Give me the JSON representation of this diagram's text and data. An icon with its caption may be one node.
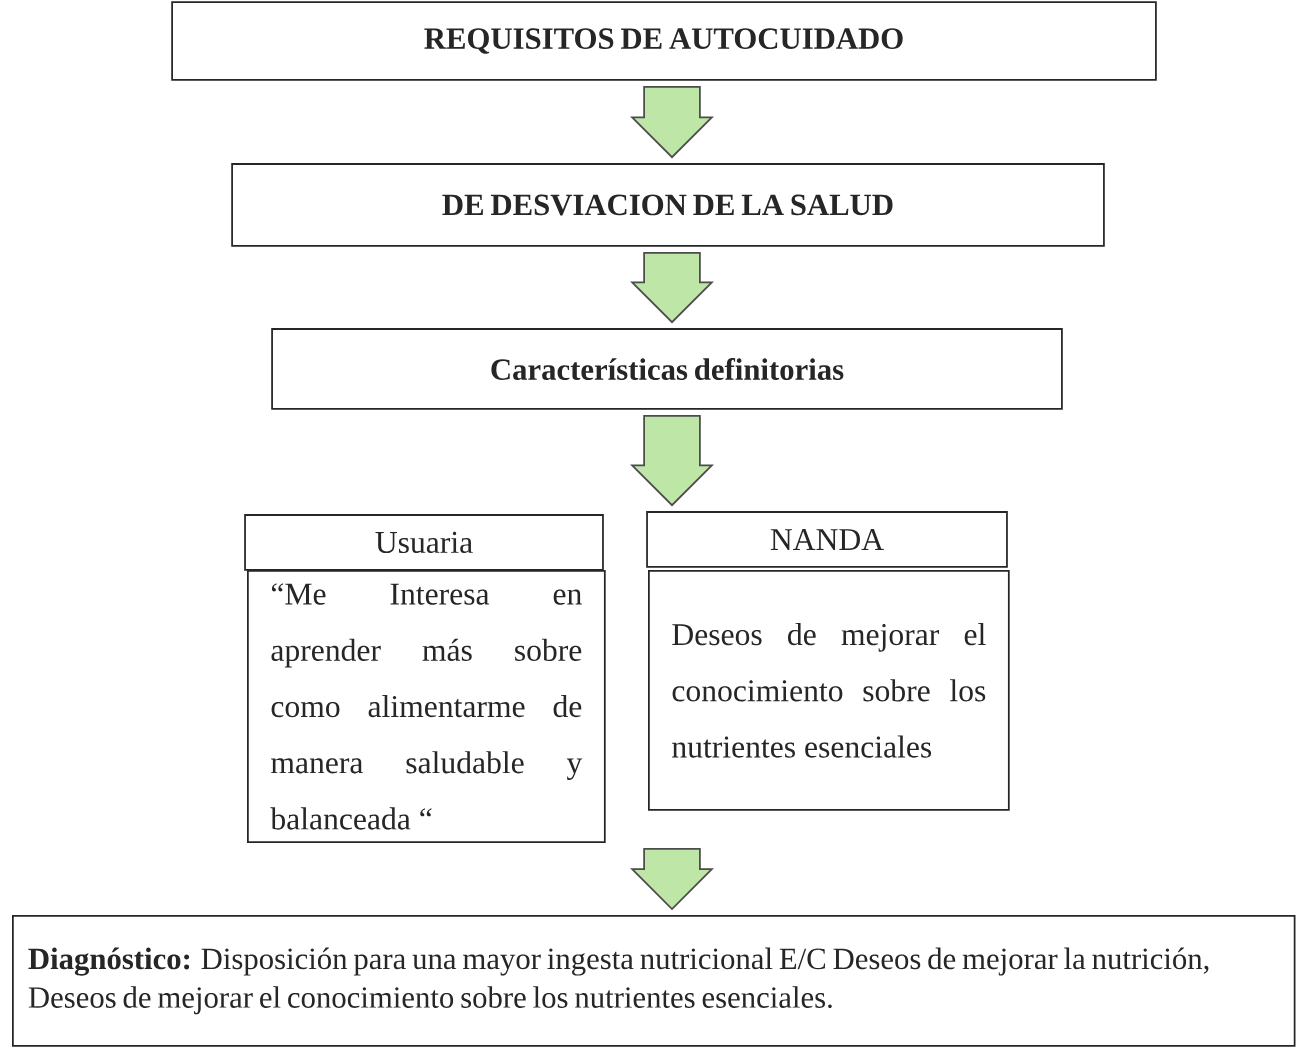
{
  "diagram": {
    "nodes": [
      {
        "text": [
          "REQUISITOS DE AUTOCUIDADO"
        ]
      },
      {
        "text": [
          "DE DESVIACION DE LA SALUD"
        ]
      },
      {
        "text": [
          "Características definitorias"
        ]
      },
      {
        "text": [
          "Usuaria"
        ]
      },
      {
        "text": [
          "“Me Interesa en aprender más sobre como alimentarme de manera saludable y balanceada “"
        ]
      },
      {
        "text": [
          "NANDA"
        ]
      },
      {
        "text": [
          "Deseos de mejorar el conocimiento sobre los nutrientes esenciales"
        ]
      },
      {
        "text": [
          "**Diagnóstico:** Disposición para una mayor ingesta nutricional E/C Deseos de mejorar la nutrición, Deseos de mejorar el conocimiento sobre los nutrientes esenciales."
        ]
      }
    ],
    "edges": [
      {
        "from": 0,
        "to": 1,
        "arrow": "to"
      },
      {
        "from": 1,
        "to": 2,
        "arrow": "to"
      },
      {
        "from": 2,
        "to": 3,
        "arrow": "to"
      },
      {
        "from": 2,
        "to": 5,
        "arrow": "to"
      },
      {
        "from": 4,
        "to": 7,
        "arrow": "to"
      },
      {
        "from": 6,
        "to": 7,
        "arrow": "to"
      }
    ]
  }
}
